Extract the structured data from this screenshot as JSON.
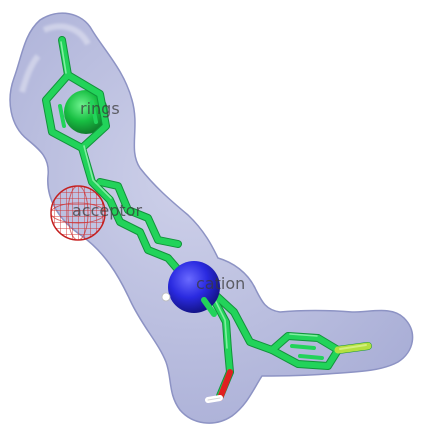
{
  "labels": {
    "rings": "rings",
    "acceptor": "acceptor",
    "cation": "cation"
  },
  "colors": {
    "background": "#ffffff",
    "surface": "#a9aed6",
    "surface_edge": "#8d93c4",
    "bond_carbon": "#22d35a",
    "bond_carbon_dark": "#13a540",
    "nitrogen": "#3030e0",
    "oxygen": "#e02020",
    "fluorine": "#b4e040",
    "hydrogen": "#ffffff",
    "ring_feature": "#0fbf3a",
    "acceptor_feature": "#e04444",
    "cation_feature": "#2a2ae0"
  },
  "features": [
    {
      "name": "rings",
      "type": "aromatic ring"
    },
    {
      "name": "acceptor",
      "type": "hydrogen bond acceptor"
    },
    {
      "name": "cation",
      "type": "positive ionizable"
    }
  ]
}
